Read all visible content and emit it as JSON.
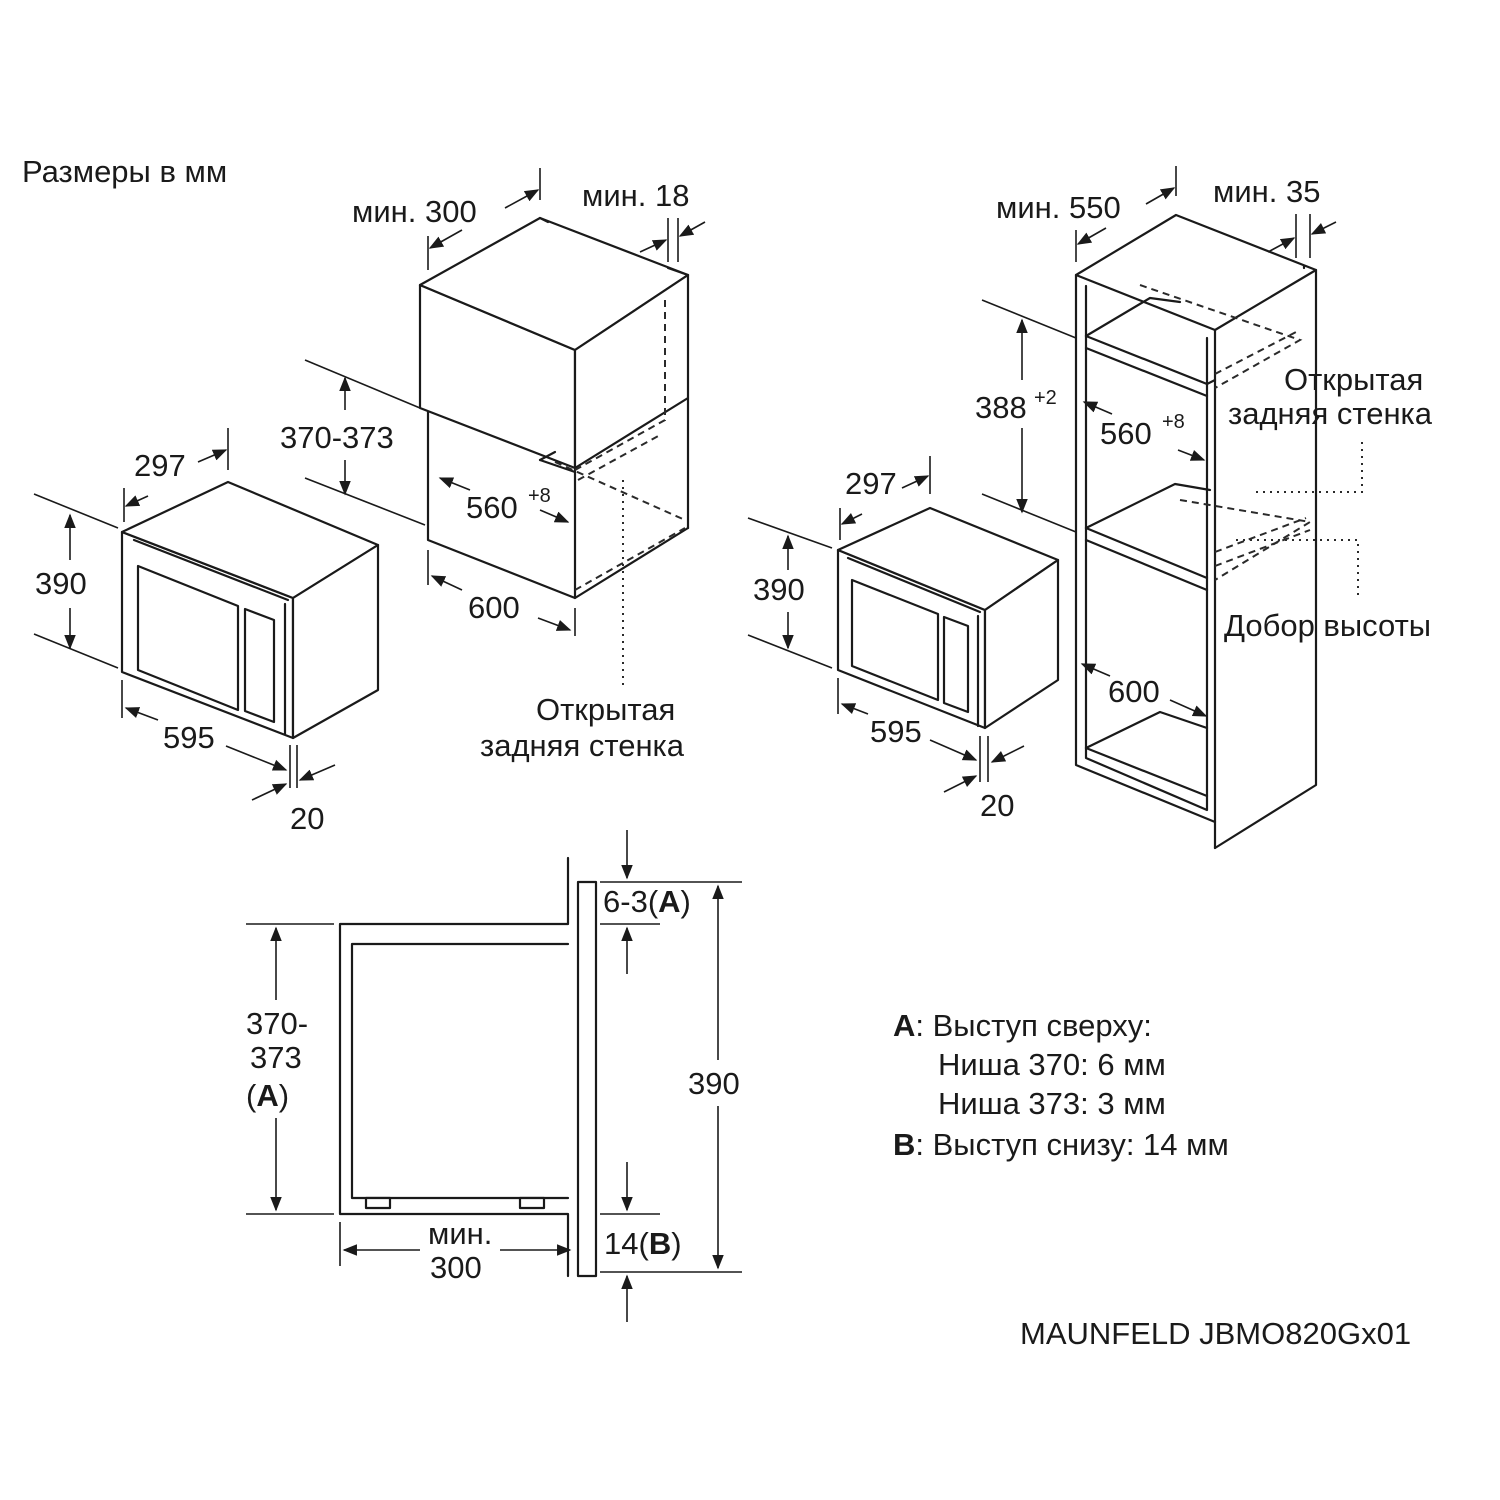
{
  "header": {
    "title": "Размеры в мм"
  },
  "left_niche": {
    "depth_min": "мин. 300",
    "thickness_min": "мин. 18",
    "height_range": "370-373",
    "width_base": "560",
    "width_tol": "+8",
    "cabinet_width": "600",
    "note_line1": "Открытая",
    "note_line2": "задняя стенка"
  },
  "left_oven": {
    "depth": "297",
    "height": "390",
    "width": "595",
    "frame": "20"
  },
  "right_niche": {
    "depth_min": "мин. 550",
    "thickness_min": "мин. 35",
    "height_base": "388",
    "height_tol": "+2",
    "width_base": "560",
    "width_tol": "+8",
    "cabinet_width": "600",
    "note_line1": "Открытая",
    "note_line2": "задняя стенка",
    "fill_note": "Добор высоты"
  },
  "right_oven": {
    "depth": "297",
    "height": "390",
    "width": "595",
    "frame": "20"
  },
  "side_view": {
    "niche_h1": "370-",
    "niche_h2": "373",
    "niche_h3_open": "(",
    "niche_h3_letter": "A",
    "niche_h3_close": ")",
    "top_gap": "6-3",
    "top_letter": "A",
    "height": "390",
    "min_depth_1": "мин.",
    "min_depth_2": "300",
    "bottom_gap": "14",
    "bottom_letter": "B"
  },
  "legend": {
    "a_letter": "A",
    "a_text": ": Выступ сверху:",
    "a_line2": "Ниша 370: 6 мм",
    "a_line3": "Ниша 373: 3 мм",
    "b_letter": "B",
    "b_text": ": Выступ снизу: 14 мм"
  },
  "footer": {
    "model": "MAUNFELD JBMO820Gx01"
  }
}
